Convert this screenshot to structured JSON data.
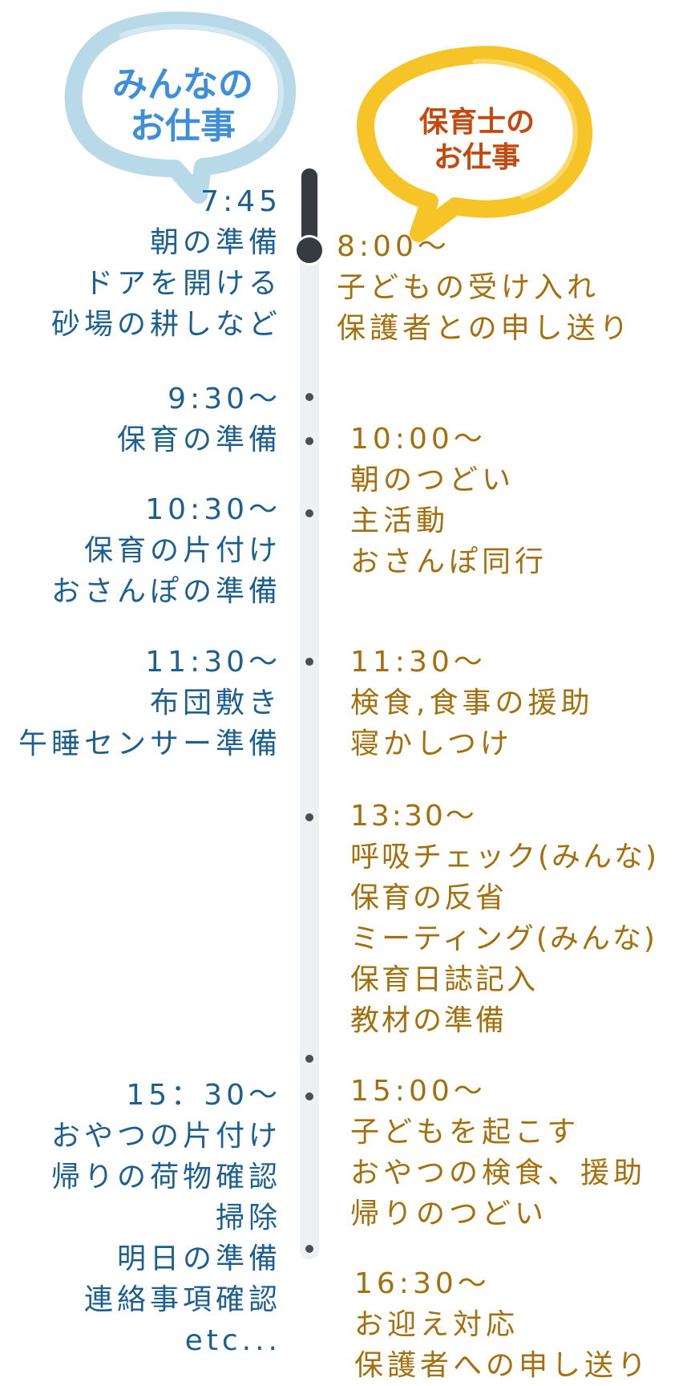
{
  "bubbles": {
    "left": {
      "lines": [
        "みんなの",
        "お仕事"
      ],
      "stroke_color": "#b7d9e8",
      "text_color": "#3f8fd8"
    },
    "right": {
      "lines": [
        "保育士の",
        "お仕事"
      ],
      "stroke_color": "#f7c428",
      "text_color": "#c24a0e"
    }
  },
  "colors": {
    "left_text": "#1d5f8f",
    "right_text": "#a3700d",
    "timeline_track": "#eef1f4",
    "timeline_active": "#353b40"
  },
  "everyone_tasks": [
    [
      "7:45",
      "朝の準備",
      "ドアを開ける",
      "砂場の耕しなど"
    ],
    [
      "9:30～",
      "保育の準備"
    ],
    [
      "10:30～",
      "保育の片付け",
      "おさんぽの準備"
    ],
    [
      "11:30～",
      "布団敷き",
      "午睡センサー準備"
    ],
    [
      "15：30～",
      "おやつの片付け",
      "帰りの荷物確認",
      "掃除",
      "明日の準備",
      "連絡事項確認",
      "etc..."
    ]
  ],
  "teacher_tasks": [
    [
      "8:00～",
      "子どもの受け入れ",
      "保護者との申し送り"
    ],
    [
      "10:00～",
      "朝のつどい",
      "主活動",
      "おさんぽ同行"
    ],
    [
      "11:30～",
      "検食,食事の援助",
      "寝かしつけ"
    ],
    [
      "13:30～",
      "呼吸チェック(みんな)",
      "保育の反省",
      "ミーティング(みんな)",
      "保育日誌記入",
      "教材の準備"
    ],
    [
      "15:00～",
      "子どもを起こす",
      "おやつの検食、援助",
      "帰りのつどい"
    ],
    [
      "16:30～",
      "お迎え対応",
      "保護者への申し送り"
    ]
  ]
}
